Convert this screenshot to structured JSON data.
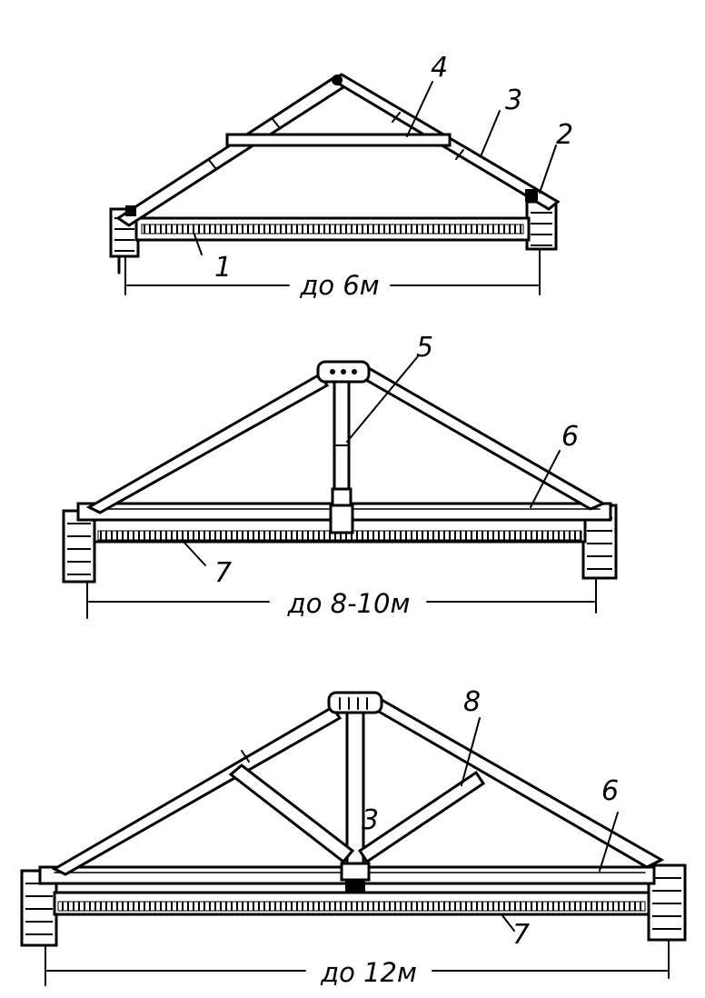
{
  "diagrams": [
    {
      "span_label": "до 6м",
      "callouts": [
        "1",
        "2",
        "3",
        "4"
      ]
    },
    {
      "span_label": "до 8-10м",
      "callouts": [
        "5",
        "6",
        "7"
      ]
    },
    {
      "span_label": "до 12м",
      "callouts": [
        "8",
        "3",
        "6",
        "7"
      ]
    }
  ],
  "colors": {
    "ink": "#000000",
    "paper": "#ffffff"
  }
}
